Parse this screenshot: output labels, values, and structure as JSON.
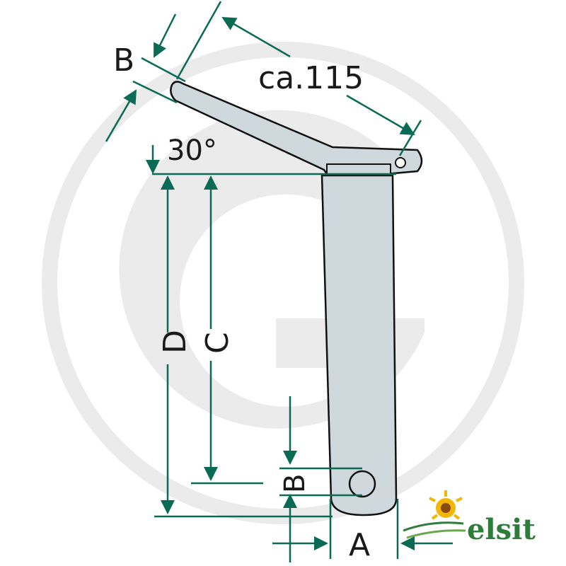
{
  "labels": {
    "b_top": "B",
    "length_ca": "ca.115",
    "angle": "30°",
    "d": "D",
    "c": "C",
    "b_bottom": "B",
    "a": "A"
  },
  "logo": {
    "text": "elsit"
  },
  "colors": {
    "dimension": "#0a6b55",
    "pin_fill": "#cfd8dc",
    "outline": "#111111",
    "watermark": "#ebebeb",
    "logo_green": "#2f7d3a",
    "logo_sun": "#f2b705"
  }
}
